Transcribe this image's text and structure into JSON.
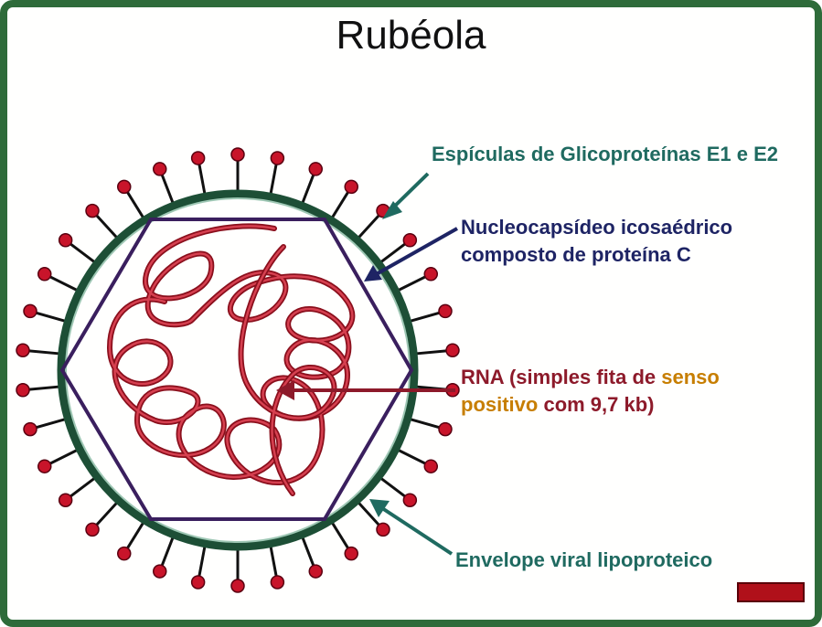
{
  "title": "Rubéola",
  "labels": {
    "glycoproteins": "Espículas de Glicoproteínas E1 e E2",
    "nucleocapsid_line1": "Nucleocapsídeo icosaédrico",
    "nucleocapsid_line2": "composto de proteína C",
    "rna_part1": "RNA (simples fita de ",
    "rna_highlight1": "senso",
    "rna_highlight2": "positivo",
    "rna_part2": " com 9,7 kb)",
    "envelope": "Envelope viral lipoproteico"
  },
  "colors": {
    "frame": "#2e6b3a",
    "envelope": "#1d4f36",
    "capsid": "#3a1f5e",
    "rna": "#b51c2a",
    "spike_head": "#c8142a",
    "glyco_text": "#1f6a60",
    "capsid_text": "#1e2464",
    "rna_text": "#8d1a2a",
    "highlight": "#c77e00"
  }
}
